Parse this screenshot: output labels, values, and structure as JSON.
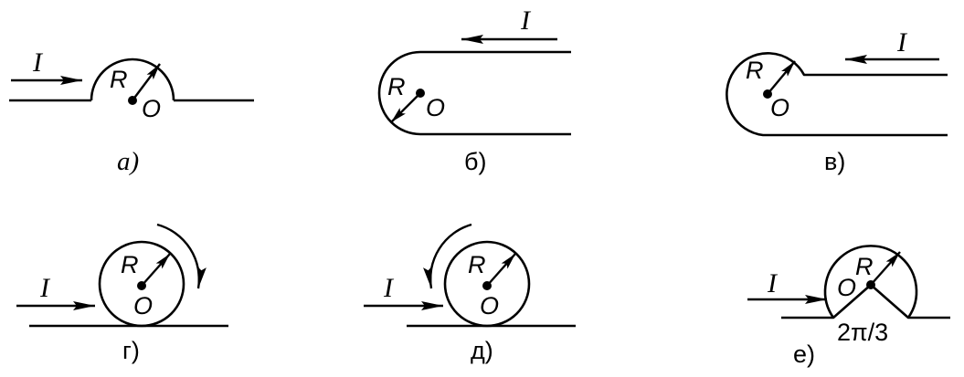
{
  "current_label": "I",
  "radius_label": "R",
  "center_label": "O",
  "angle_label": "2π/3",
  "panels": [
    {
      "caption": "a)"
    },
    {
      "caption": "б)"
    },
    {
      "caption": "в)"
    },
    {
      "caption": "г)"
    },
    {
      "caption": "д)"
    },
    {
      "caption": "е)"
    }
  ]
}
